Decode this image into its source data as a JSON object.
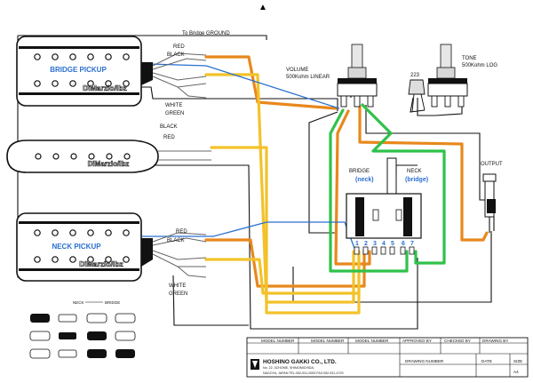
{
  "top_marker": "▲",
  "bridge_ground_label": "To Bridge GROUND",
  "bridge_pickup": {
    "label": "BRIDGE PICKUP",
    "brand": "DiMarzio/Ibz"
  },
  "middle_pickup": {
    "brand": "DiMarzio/Ibz"
  },
  "neck_pickup": {
    "label": "NECK PICKUP",
    "brand": "DiMarzio/Ibz"
  },
  "bridge_wires": {
    "red": "RED",
    "black": "BLACK",
    "white": "WHITE",
    "green": "GREEN"
  },
  "middle_wires": {
    "black": "BLACK",
    "red": "RED"
  },
  "neck_wires": {
    "red": "RED",
    "black": "BLACK",
    "white": "WHITE",
    "green": "GREEN"
  },
  "volume": {
    "title": "VOLUME",
    "value": "500Kohm LINEAR"
  },
  "tone": {
    "title": "TONE",
    "value": "500Kohm LOG"
  },
  "capacitor": "223",
  "output": "OUTPUT",
  "switch": {
    "bridge_label": "BRIDGE",
    "bridge_sub": "(neck)",
    "neck_label": "NECK",
    "neck_sub": "(bridge)",
    "lugs": [
      "1",
      "2",
      "3",
      "4",
      "5",
      "6",
      "7"
    ]
  },
  "legend": {
    "neck": "NECK",
    "bridge": "BRIDGE"
  },
  "title_block": {
    "model_number": "MODEL NUMBER",
    "approved_by": "APPROVED BY",
    "checked_by": "CHECKED BY",
    "drawn_by": "DRAWING BY",
    "company": "HOSHINO GAKKI CO., LTD.",
    "address1": "No. 22, 3CHOME, SHIMOMICHIDA,",
    "address2": "NAGOYA, JAPAN   TEL:052-931-0000  FAX:052-931-4729",
    "drawing_number": "DRAWING NUMBER",
    "date": "DATE",
    "size": "SIZE",
    "size_value": "A4"
  },
  "colors": {
    "orange": "#e8881c",
    "yellow": "#f3c22a",
    "green": "#2fc24a",
    "blue": "#2a6fd0",
    "black": "#111111",
    "gray": "#888888"
  }
}
